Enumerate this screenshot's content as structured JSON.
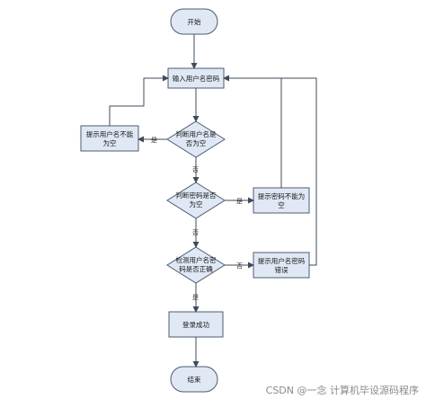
{
  "nodes": {
    "start": "开始",
    "input": "输入用户名密码",
    "check_user_empty": [
      "判断用户名是",
      "否为空"
    ],
    "prompt_user_empty": [
      "提示用户名不能",
      "为空"
    ],
    "check_pwd_empty": [
      "判断密码是否",
      "为空"
    ],
    "prompt_pwd_empty": [
      "提示密码不能为",
      "空"
    ],
    "verify": [
      "检测用户名密",
      "码是否正确"
    ],
    "prompt_error": [
      "提示用户名密码",
      "错误"
    ],
    "success": "登录成功",
    "end": "结束"
  },
  "edge_labels": {
    "user_empty_yes": "是",
    "user_empty_no": "否",
    "pwd_empty_yes": "是",
    "pwd_empty_no": "否",
    "verify_no": "否",
    "verify_yes": "是"
  },
  "watermark": "CSDN @一念 计算机毕设源码程序"
}
